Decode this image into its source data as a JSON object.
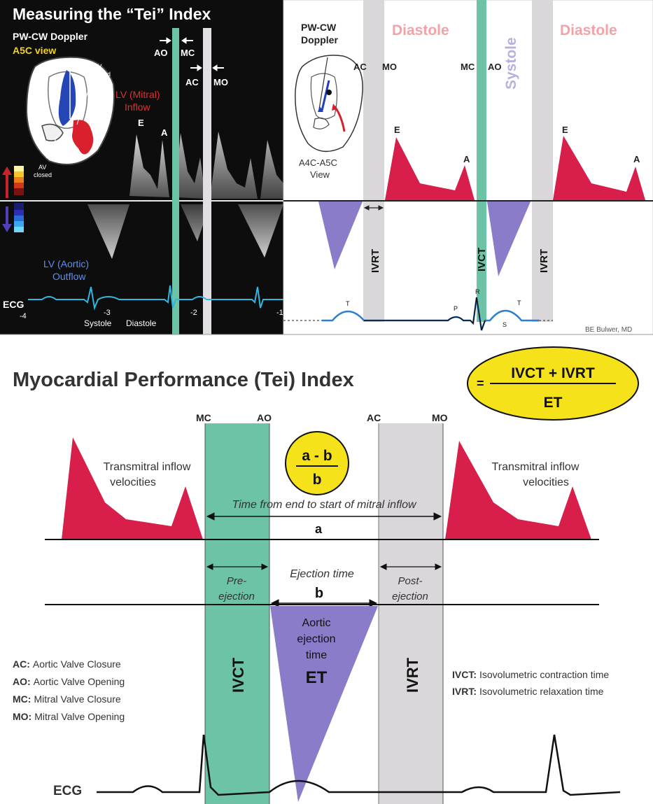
{
  "top_left": {
    "title": "Measuring the “Tei” Index",
    "doppler_label": "PW-CW Doppler",
    "view_label": "A5C view",
    "mv_label": [
      "MV",
      "closed"
    ],
    "av_label": [
      "AV",
      "closed"
    ],
    "lv_inflow_label": [
      "LV (Mitral)",
      "Inflow"
    ],
    "lv_outflow_label": [
      "LV (Aortic)",
      "Outflow"
    ],
    "wave_e": "E",
    "wave_a": "A",
    "marker_ao": "AO",
    "marker_mc": "MC",
    "marker_ac": "AC",
    "marker_mo": "MO",
    "ecg_label": "ECG",
    "ecg_ticks": [
      "-4",
      "-3",
      "-2",
      "-1"
    ],
    "systole_label": "Systole",
    "diastole_label": "Diastole"
  },
  "top_right": {
    "doppler_label": [
      "PW-CW",
      "Doppler"
    ],
    "view_label": [
      "A4C-A5C",
      "View"
    ],
    "diastole_label": "Diastole",
    "systole_label": "Systole",
    "ac": "AC",
    "mo": "MO",
    "mc": "MC",
    "ao": "AO",
    "wave_e": "E",
    "wave_a": "A",
    "ivrt": "IVRT",
    "ivct": "IVCT",
    "ecg_p": "P",
    "ecg_r": "R",
    "ecg_s": "S",
    "ecg_t": "T",
    "credit": "BE Bulwer, MD"
  },
  "bottom": {
    "title": "Myocardial Performance (Tei) Index",
    "equals": "=",
    "formula_numerator": "IVCT + IVRT",
    "formula_denominator": "ET",
    "marker_mc": "MC",
    "marker_ao": "AO",
    "marker_ac": "AC",
    "marker_mo": "MO",
    "ratio_numerator": "a - b",
    "ratio_denominator": "b",
    "inflow_label": [
      "Transmitral inflow",
      "velocities"
    ],
    "time_a_label": "Time from end to start of mitral inflow",
    "a": "a",
    "b": "b",
    "ejection_time_label": "Ejection time",
    "pre_ejection": [
      "Pre-",
      "ejection"
    ],
    "post_ejection": [
      "Post-",
      "ejection"
    ],
    "aortic_label": [
      "Aortic",
      "ejection",
      "time"
    ],
    "et": "ET",
    "ivct": "IVCT",
    "ivrt": "IVRT",
    "legend_left": [
      {
        "abbr": "AC:",
        "text": "Aortic Valve Closure"
      },
      {
        "abbr": "AO:",
        "text": "Aortic Valve Opening"
      },
      {
        "abbr": "MC:",
        "text": "Mitral Valve Closure"
      },
      {
        "abbr": "MO:",
        "text": "Mitral Valve Opening"
      }
    ],
    "legend_right": [
      {
        "abbr": "IVCT:",
        "text": "Isovolumetric contraction time"
      },
      {
        "abbr": "IVRT:",
        "text": "Isovolumetric relaxation time"
      }
    ],
    "ecg_label": "ECG"
  },
  "colors": {
    "inflow_red": "#d81e4a",
    "ejection_purple": "#8a7cc9",
    "ivct_green": "#6cc3a5",
    "ivrt_gray": "#d9d7d9",
    "formula_yellow": "#f5e21b",
    "ecg_blue": "#2a7fd1",
    "doppler_bg": "#0d0d0d",
    "diastole_pink": "#f2a3a8",
    "systole_lavender": "#b8b1e0"
  }
}
